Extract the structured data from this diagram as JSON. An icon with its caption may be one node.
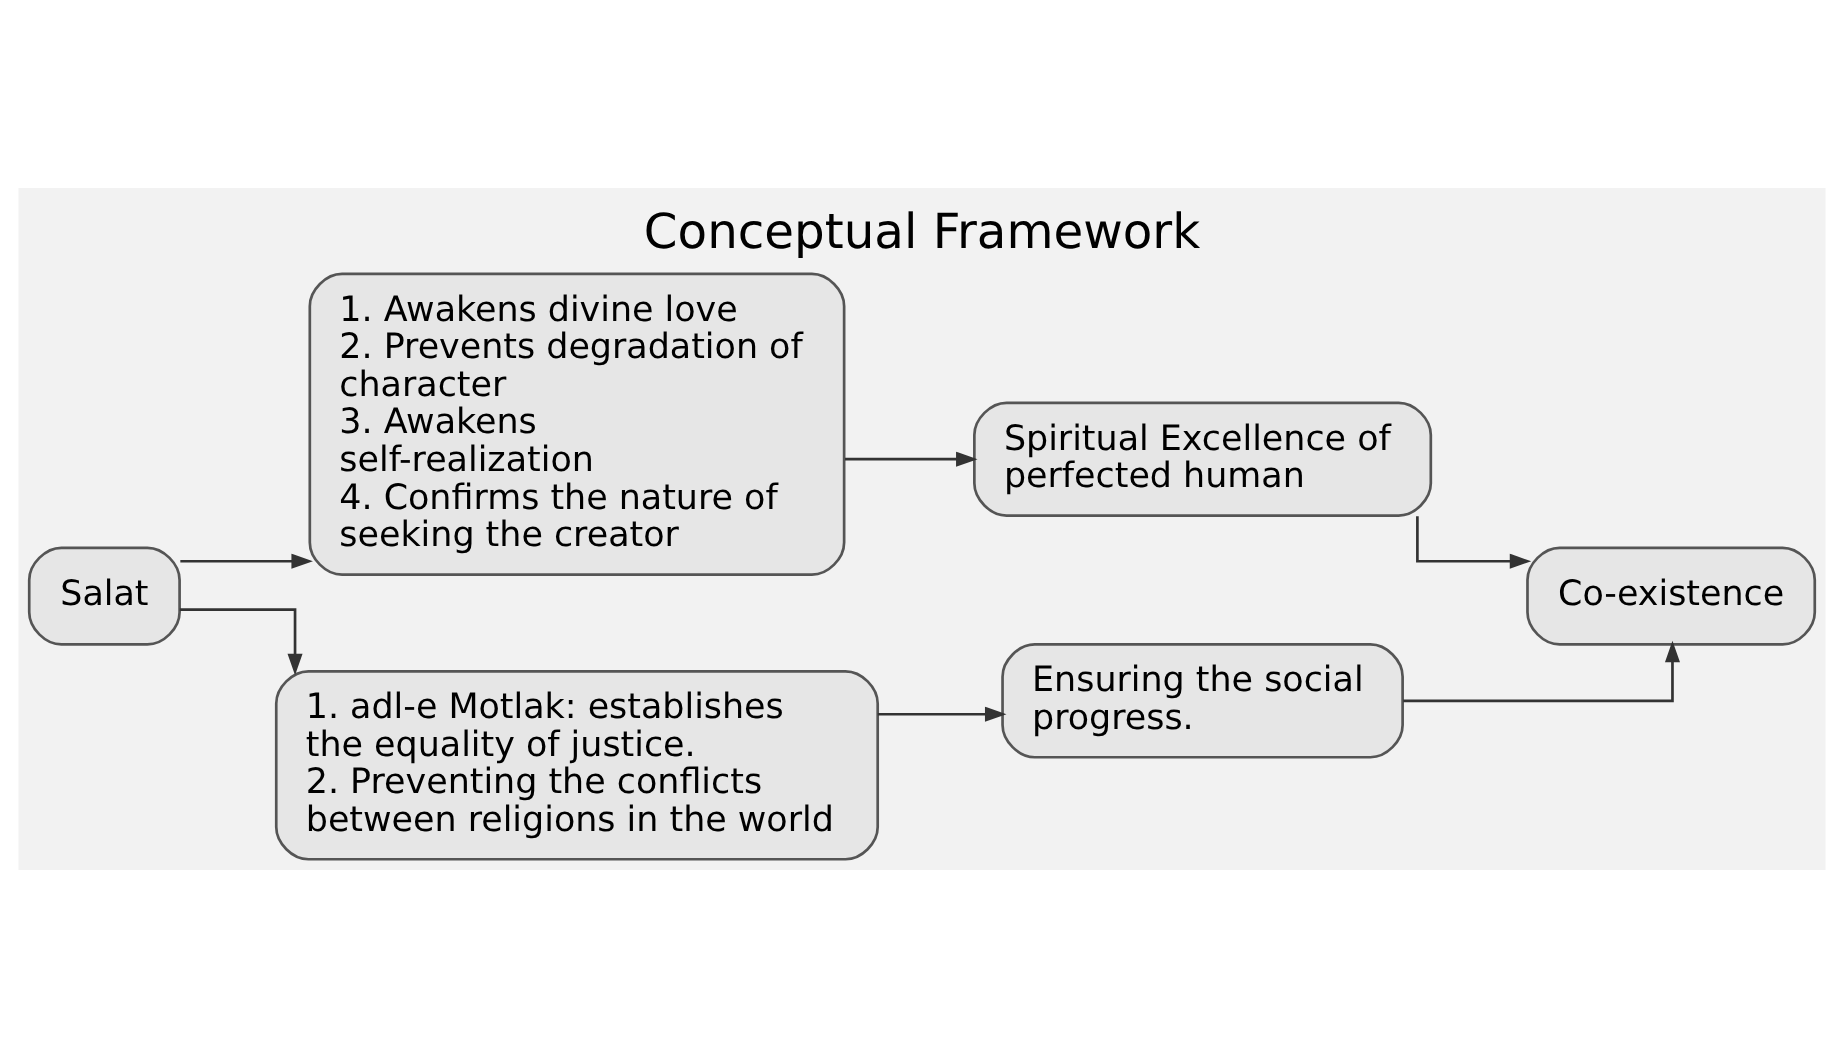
{
  "diagram": {
    "title": "Conceptual Framework",
    "nodes": [
      {
        "text": [
          "Salat"
        ]
      },
      {
        "text": [
          "1. Awakens divine love",
          "2. Prevents degradation of character",
          "3. Awakens self-realization",
          "4. Confirms the nature of seeking the creator"
        ]
      },
      {
        "text": [
          "1. adl-e Motlak: establishes the equality of justice.",
          "2. Preventing the conflicts between religions in the world"
        ]
      },
      {
        "text": [
          "Spiritual Excellence of perfected human"
        ]
      },
      {
        "text": [
          "Ensuring the social progress."
        ]
      },
      {
        "text": [
          "Co-existence"
        ]
      }
    ],
    "edges": [
      {
        "from": 0,
        "to": 1,
        "arrow": "to"
      },
      {
        "from": 0,
        "to": 2,
        "arrow": "to"
      },
      {
        "from": 1,
        "to": 3,
        "arrow": "to"
      },
      {
        "from": 2,
        "to": 4,
        "arrow": "to"
      },
      {
        "from": 3,
        "to": 5,
        "arrow": "to"
      },
      {
        "from": 4,
        "to": 5,
        "arrow": "to"
      }
    ]
  }
}
